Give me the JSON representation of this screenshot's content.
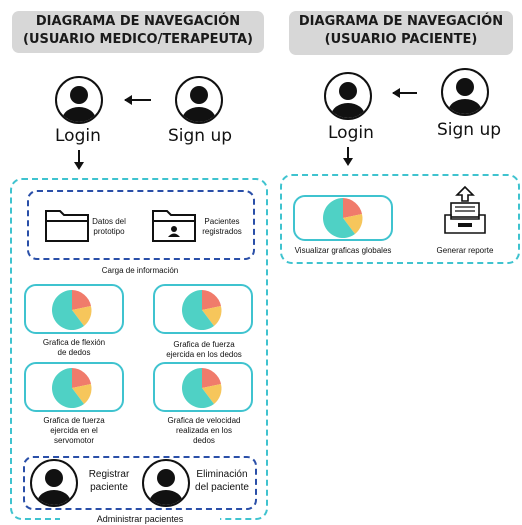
{
  "colors": {
    "cyan_border": "#3fc3cf",
    "blue_dash": "#2a4fa8",
    "title_bg": "#d7d7d7",
    "pie_teal": "#4fd1c5",
    "pie_red": "#f07b6b",
    "pie_yellow": "#f6c65b"
  },
  "left": {
    "title_line1": "DIAGRAMA DE NAVEGACIÓN",
    "title_line2": "(USUARIO MEDICO/TERAPEUTA)",
    "login": "Login",
    "signup": "Sign up",
    "folder1": [
      "Datos del",
      "prototipo"
    ],
    "folder2": [
      "Pacientes",
      "registrados"
    ],
    "carga": "Carga de información",
    "chart1": [
      "Grafica de flexión",
      "de dedos"
    ],
    "chart2": [
      "Grafica de fuerza",
      "ejercida en los dedos"
    ],
    "chart3": [
      "Grafica de fuerza",
      "ejercida en el",
      "servomotor"
    ],
    "chart4": [
      "Grafica de velocidad",
      "realizada en los",
      "dedos"
    ],
    "user1": [
      "Registrar",
      "paciente"
    ],
    "user2": [
      "Eliminación",
      "del paciente"
    ],
    "admin": "Administrar pacientes"
  },
  "right": {
    "title_line1": "DIAGRAMA DE NAVEGACIÓN",
    "title_line2": "(USUARIO PACIENTE)",
    "login": "Login",
    "signup": "Sign up",
    "visualizar": "Visualizar graficas globales",
    "generar": "Generar reporte"
  }
}
